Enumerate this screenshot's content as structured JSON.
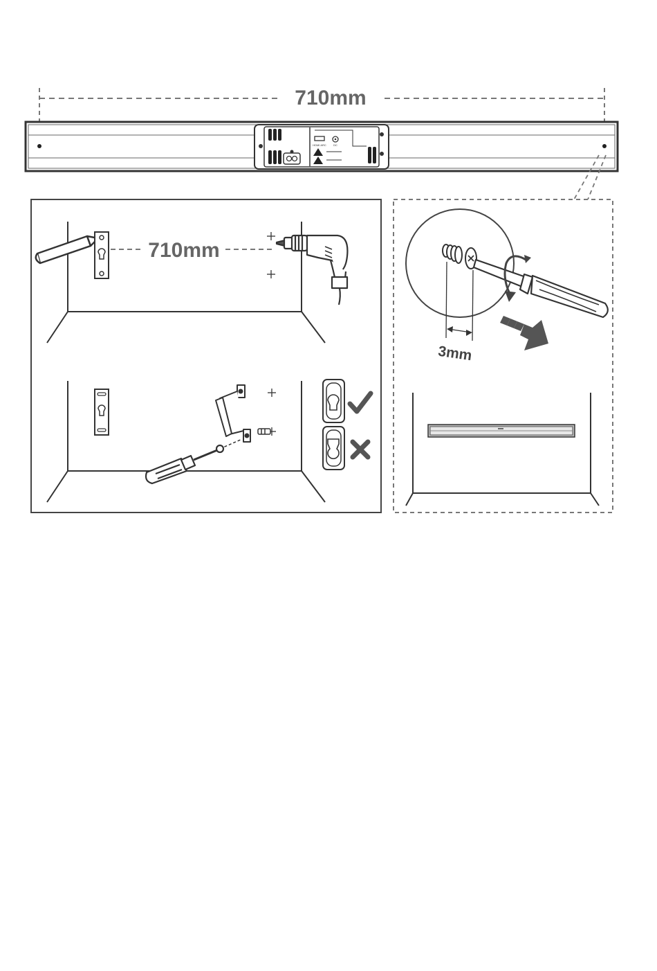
{
  "soundbar_width_label": "710mm",
  "wall_spacing_label": "710mm",
  "screw_gap_label": "3mm",
  "port_labels": {
    "hdmi": "HDMI ARC",
    "dc": "DC"
  },
  "colors": {
    "line": "#444444",
    "dashed": "#777777",
    "check": "#555555",
    "cross": "#555555",
    "arrow": "#555555"
  }
}
